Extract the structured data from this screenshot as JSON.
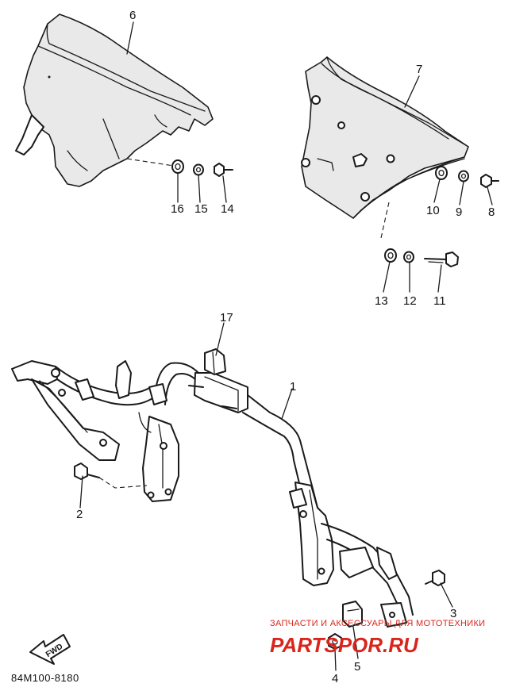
{
  "diagram": {
    "part_numbers": {
      "p1": "1",
      "p2": "2",
      "p3": "3",
      "p4": "4",
      "p5": "5",
      "p6": "6",
      "p7": "7",
      "p8": "8",
      "p9": "9",
      "p10": "10",
      "p11": "11",
      "p12": "12",
      "p13": "13",
      "p14": "14",
      "p15": "15",
      "p16": "16",
      "p17": "17"
    },
    "forward_arrow_label": "FWD",
    "drawing_code": "84M100-8180"
  },
  "watermark": {
    "line1": "ЗАПЧАСТИ И АКСЕССУАРЫ ДЛЯ МОТОТЕХНИКИ",
    "line2": "PARTSPOR.RU",
    "color": "#d9261c"
  }
}
